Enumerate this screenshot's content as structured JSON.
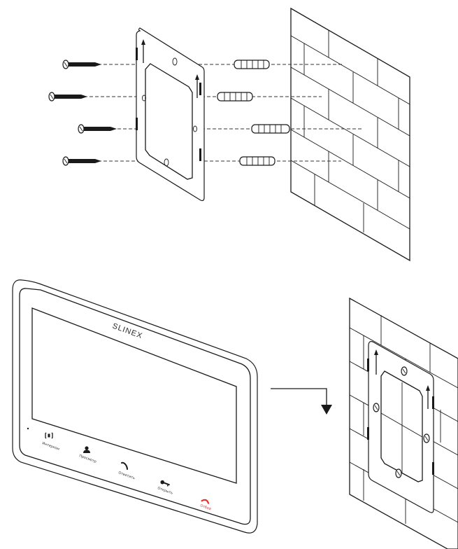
{
  "device": {
    "brand": "SLINEX",
    "buttons": [
      {
        "label": "Интерком",
        "icon": "intercom-icon"
      },
      {
        "label": "Просмотр",
        "icon": "person-icon"
      },
      {
        "label": "Ответить",
        "icon": "phone-answer-icon"
      },
      {
        "label": "Открыть",
        "icon": "key-icon"
      },
      {
        "label": "Отбой",
        "icon": "phone-hangup-icon",
        "color": "#e53030"
      }
    ]
  },
  "colors": {
    "line": "#1a1a1a",
    "accent": "#e53030"
  }
}
